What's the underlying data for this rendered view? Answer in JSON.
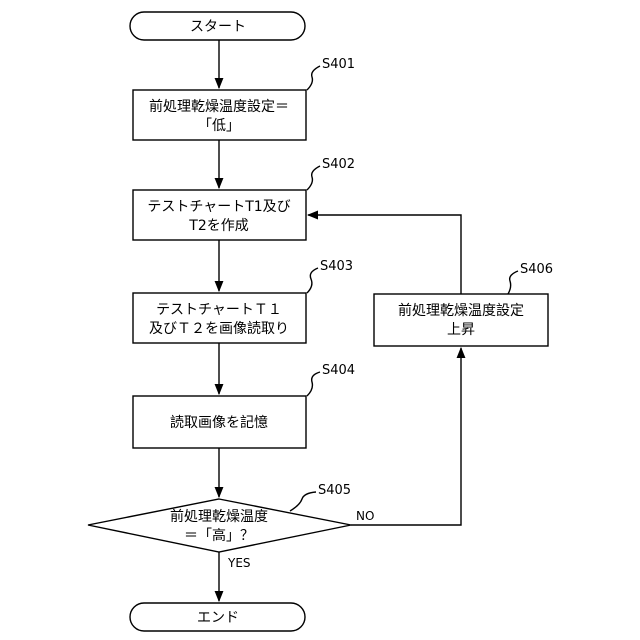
{
  "flowchart": {
    "start": "スタート",
    "end": "エンド",
    "steps": [
      {
        "id": "S401",
        "lines": [
          "前処理乾燥温度設定＝",
          "「低」"
        ]
      },
      {
        "id": "S402",
        "lines": [
          "テストチャートT1及び",
          "T2を作成"
        ]
      },
      {
        "id": "S403",
        "lines": [
          "テストチャートＴ１",
          "及びＴ２を画像読取り"
        ]
      },
      {
        "id": "S404",
        "lines": [
          "読取画像を記憶"
        ]
      },
      {
        "id": "S405",
        "lines": [
          "前処理乾燥温度",
          "＝「高」？"
        ]
      },
      {
        "id": "S406",
        "lines": [
          "前処理乾燥温度設定",
          "上昇"
        ]
      }
    ],
    "branches": {
      "yes": "YES",
      "no": "NO"
    }
  }
}
